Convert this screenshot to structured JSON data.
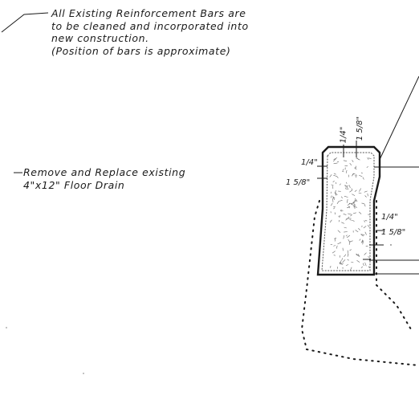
{
  "notes": {
    "reinforcement": [
      "All Existing Reinforcement Bars are",
      "to be cleaned and incorporated into",
      "new construction.",
      "(Position of bars is approximate)"
    ],
    "floor_drain": [
      "Remove and Replace existing",
      "4\"x12\" Floor Drain"
    ]
  },
  "dimensions": {
    "quarter_inch": "1/4\"",
    "five_eighths_inch": "1 5/8\""
  },
  "colors": {
    "line": "#1a1a1a",
    "hatch": "#555555",
    "background": "#ffffff"
  }
}
